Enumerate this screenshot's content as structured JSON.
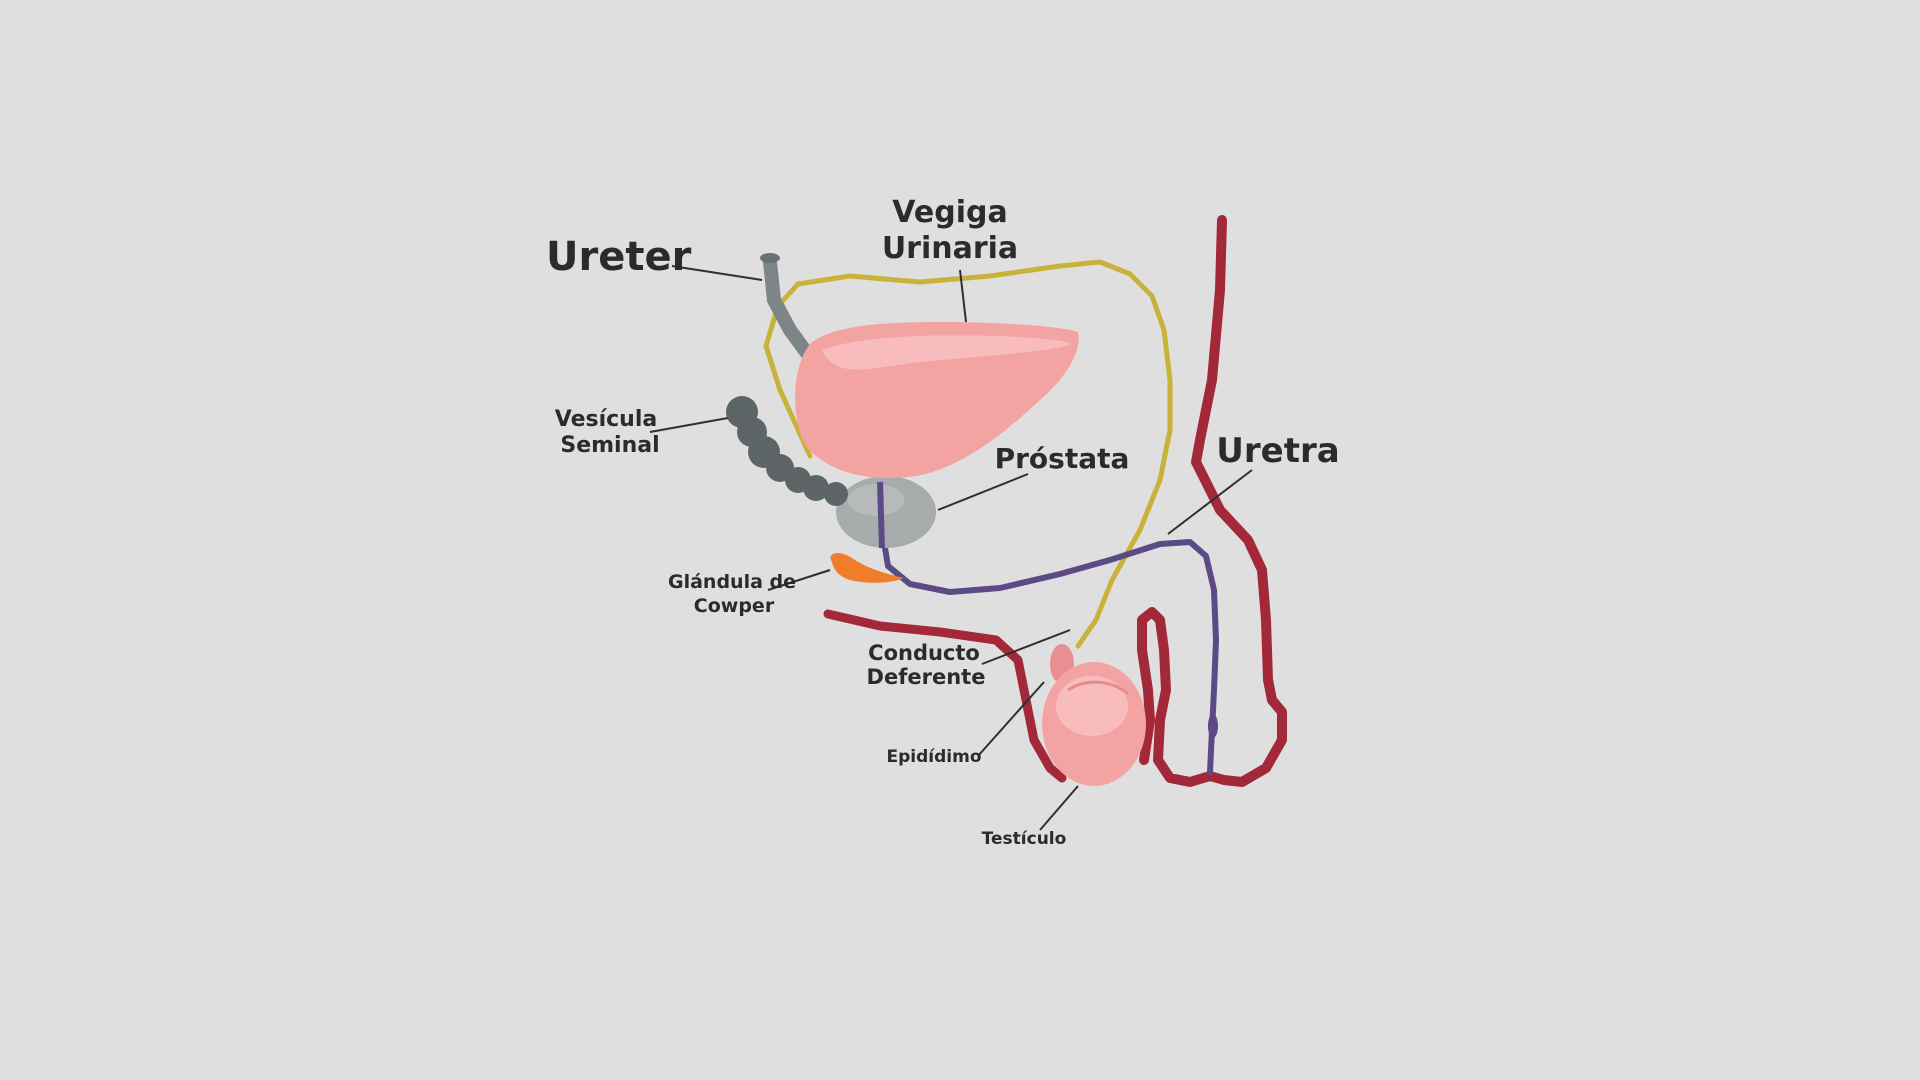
{
  "diagram": {
    "labels": {
      "ureter": "Ureter",
      "vejiga_line1": "Vegiga",
      "vejiga_line2": "Urinaria",
      "vesicula_line1": "Vesícula",
      "vesicula_line2": "Seminal",
      "prostata": "Próstata",
      "uretra": "Uretra",
      "cowper_line1": "Glándula de",
      "cowper_line2": "Cowper",
      "conducto_line1": "Conducto",
      "conducto_line2": "Deferente",
      "epididimo": "Epidídimo",
      "testiculo": "Testículo"
    },
    "colors": {
      "background": "#dfdfdf",
      "bladder": "#f4a3a3",
      "vas_deferens": "#c9b23a",
      "urethra": "#5c4a86",
      "vessel": "#a3293a",
      "seminal_vesicle": "#5e6566",
      "ureter": "#7d8586",
      "prostate": "#a6abab",
      "cowper": "#f07d2a",
      "testis": "#f4a3a3"
    }
  }
}
